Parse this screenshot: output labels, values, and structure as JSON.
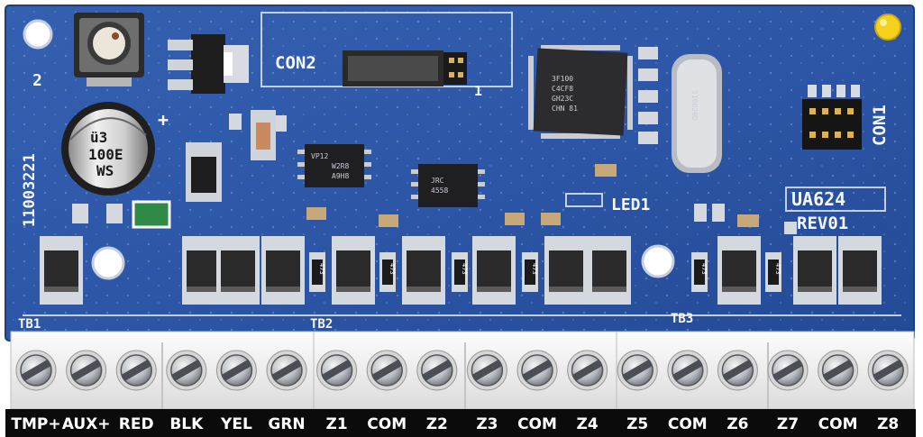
{
  "photo": {
    "subject": "circuit-board",
    "colors": {
      "board": "#2d56a7",
      "board_dark": "#21468f",
      "silk": "#f4f6fb",
      "terminal_block": "#f2f2f2",
      "label_strip": "#0b0b0b",
      "component_body": "#2a2a2a",
      "via": "#a7b4cf",
      "led": "#f3d11d"
    },
    "board_labels": {
      "con2": "CON2",
      "con2_pin": "1",
      "con1": "CON1",
      "led1": "LED1",
      "model": "UA624",
      "revision": "REV01",
      "part_number": "11003221",
      "corner_number": "2",
      "tb1": "TB1",
      "tb2": "TB2",
      "tb3": "TB3",
      "plus": "+"
    },
    "capacitor": {
      "line1": "ü3",
      "line2": "100E",
      "line3": "WS"
    },
    "chips": {
      "mcu_line1": "3F100",
      "mcu_line2": "C4CF8",
      "mcu_line3": "GH23C",
      "mcu_line4": "CHN 81",
      "crystal": "S10020D",
      "regulator_line1": "VP12",
      "regulator_line2": "W2R8",
      "regulator_line3": "A9H8",
      "eeprom_line1": "JRC",
      "eeprom_line2": "4558"
    },
    "resistor_code": "473",
    "terminals": [
      {
        "label": "TMP+"
      },
      {
        "label": "AUX+"
      },
      {
        "label": "RED"
      },
      {
        "label": "BLK"
      },
      {
        "label": "YEL"
      },
      {
        "label": "GRN"
      },
      {
        "label": "Z1"
      },
      {
        "label": "COM"
      },
      {
        "label": "Z2"
      },
      {
        "label": "Z3"
      },
      {
        "label": "COM"
      },
      {
        "label": "Z4"
      },
      {
        "label": "Z5"
      },
      {
        "label": "COM"
      },
      {
        "label": "Z6"
      },
      {
        "label": "Z7"
      },
      {
        "label": "COM"
      },
      {
        "label": "Z8"
      }
    ]
  }
}
